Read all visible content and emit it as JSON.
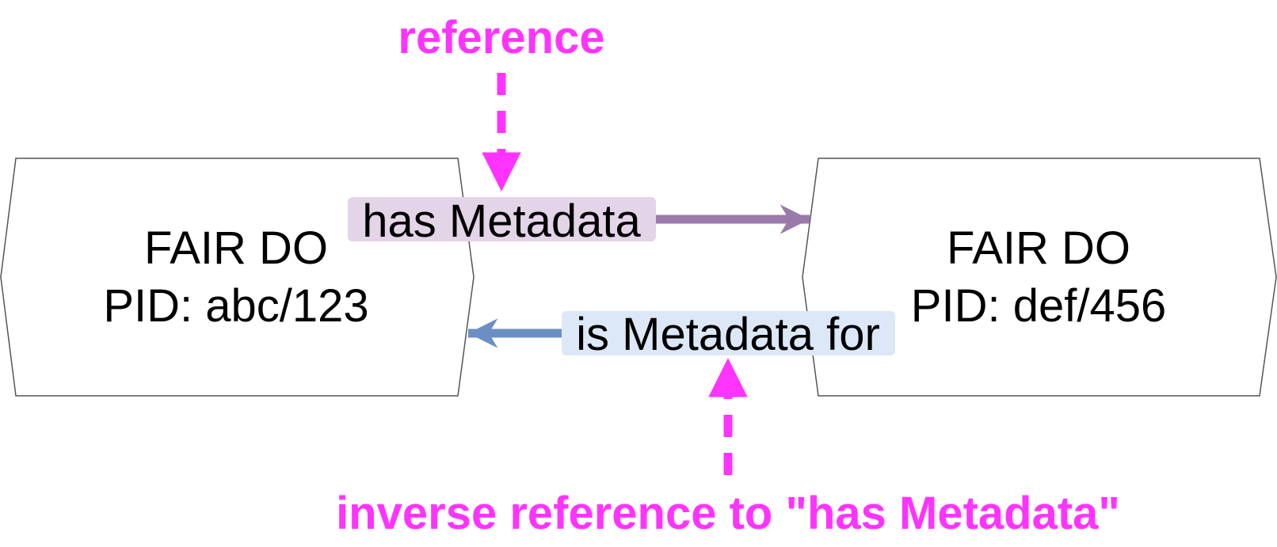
{
  "colors": {
    "annotation": "#ff33ff",
    "has_metadata_arrow": "#9a7aab",
    "has_metadata_label_bg": "#e3d4e8",
    "is_metadata_for_arrow": "#6b8fc2",
    "is_metadata_for_label_bg": "#dce8f7",
    "node_border": "#555555",
    "text": "#000000"
  },
  "annotations": {
    "reference": "reference",
    "inverse_reference": "inverse reference to \"has Metadata\""
  },
  "nodes": [
    {
      "title": "FAIR DO",
      "pid": "PID: abc/123"
    },
    {
      "title": "FAIR DO",
      "pid": "PID: def/456"
    }
  ],
  "edges": {
    "has_metadata": "has Metadata",
    "is_metadata_for": "is Metadata for"
  }
}
